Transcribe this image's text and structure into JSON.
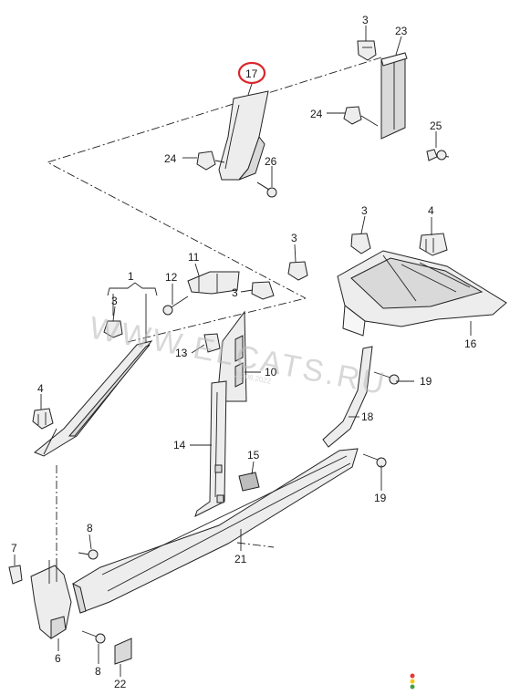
{
  "labels": {
    "p1": "1",
    "p3a": "3",
    "p3b": "3",
    "p3c": "3",
    "p3d": "3",
    "p3e": "3",
    "p4a": "4",
    "p4b": "4",
    "p6": "6",
    "p7": "7",
    "p8a": "8",
    "p8b": "8",
    "p10": "10",
    "p11": "11",
    "p12": "12",
    "p13": "13",
    "p14": "14",
    "p15": "15",
    "p16": "16",
    "p17": "17",
    "p18": "18",
    "p19a": "19",
    "p19b": "19",
    "p21": "21",
    "p22": "22",
    "p23": "23",
    "p24a": "24",
    "p24b": "24",
    "p25": "25",
    "p26": "26"
  },
  "watermark": {
    "text": "WWW.ELCATS.RU",
    "small": "25.08.2022"
  },
  "colors": {
    "highlight": "#d9262c",
    "dot_red": "#e53935",
    "dot_yellow": "#f5c518",
    "dot_green": "#43a047"
  }
}
